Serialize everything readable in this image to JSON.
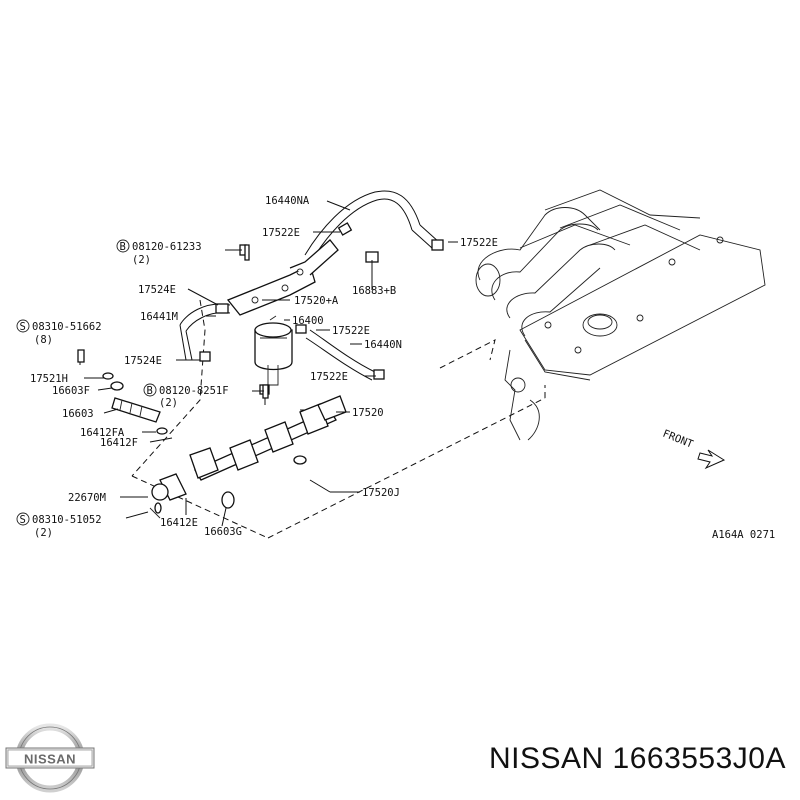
{
  "labels": {
    "hose_na": "16440NA",
    "clamp_e_top": "17522E",
    "clamp_e_right": "17522E",
    "bolt_61233": "08120-61233",
    "bolt_61233_qty": "(2)",
    "p17524e_a": "17524E",
    "p16883b": "16883+B",
    "p17520a": "17520+A",
    "p16441m": "16441M",
    "p16400": "16400",
    "screw_51662": "08310-51662",
    "screw_51662_qty": "(8)",
    "p17522e_mid": "17522E",
    "p16440n": "16440N",
    "p17524e_b": "17524E",
    "p17521h": "17521H",
    "p17522e_low": "17522E",
    "p16603f": "16603F",
    "bolt_8251f": "08120-8251F",
    "bolt_8251f_qty": "(2)",
    "p16603": "16603",
    "p17520": "17520",
    "p16412fa": "16412FA",
    "p16412f": "16412F",
    "p22670m": "22670M",
    "p17520j": "17520J",
    "screw_51052": "08310-51052",
    "screw_51052_qty": "(2)",
    "p16412e": "16412E",
    "p16603g": "16603G",
    "front": "FRONT",
    "ref_code": "A164A 0271",
    "circle_b": "B",
    "circle_s": "S"
  },
  "logo": {
    "text": "NISSAN"
  },
  "caption": "NISSAN 1663553J0A"
}
